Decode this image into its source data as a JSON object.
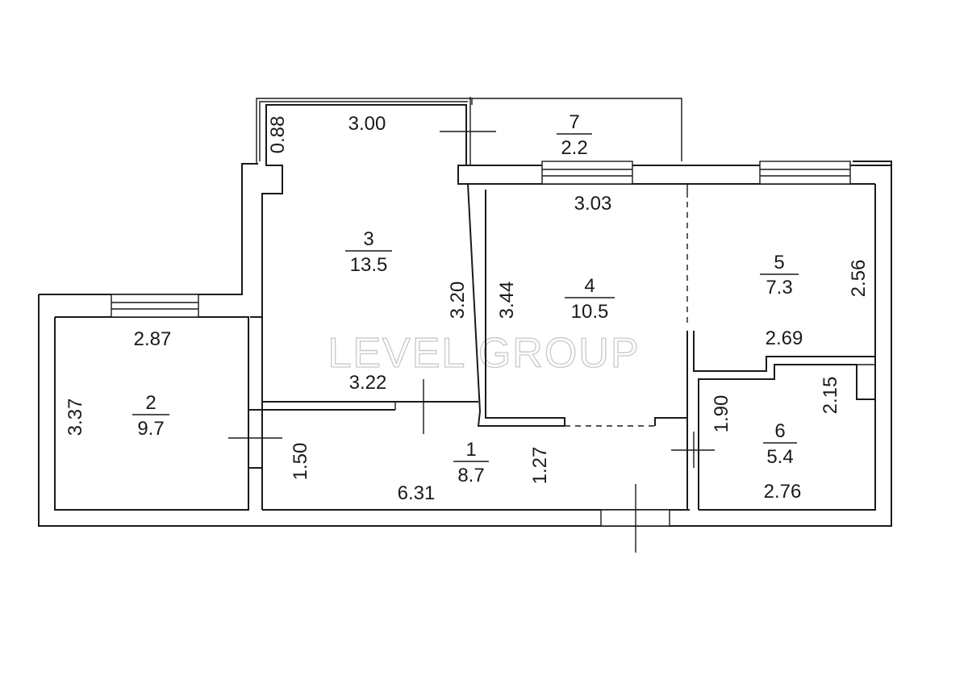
{
  "watermark": "LEVEL GROUP",
  "rooms": [
    {
      "number": "1",
      "area": "8.7"
    },
    {
      "number": "2",
      "area": "9.7"
    },
    {
      "number": "3",
      "area": "13.5"
    },
    {
      "number": "4",
      "area": "10.5"
    },
    {
      "number": "5",
      "area": "7.3"
    },
    {
      "number": "6",
      "area": "5.4"
    },
    {
      "number": "7",
      "area": "2.2"
    }
  ],
  "dimensions": {
    "room3_width_top": "3.00",
    "room3_niche": "0.88",
    "room3_height": "3.20",
    "room3_width_bottom": "3.22",
    "room4_width": "3.03",
    "room4_height": "3.44",
    "room5_height": "2.56",
    "room5_width": "2.69",
    "room2_width": "2.87",
    "room2_height": "3.37",
    "hall_width": "6.31",
    "hall_height_left": "1.50",
    "hall_height_mid": "1.27",
    "room6_height_left": "1.90",
    "room6_height_right": "2.15",
    "room6_width": "2.76"
  }
}
